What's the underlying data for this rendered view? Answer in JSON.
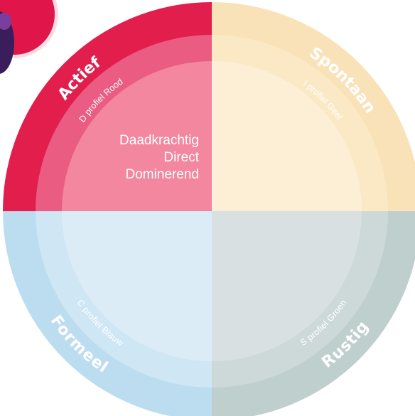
{
  "colors": {
    "rood": [
      "#e21e4d",
      "#ea5c81",
      "#f2879f"
    ],
    "geel": [
      "#f9e2b8",
      "#fbe9c6",
      "#fcefd6"
    ],
    "blauw": [
      "#bcdcf0",
      "#cfe6f5",
      "#dcecf7"
    ],
    "groen": [
      "#bfcfce",
      "#cdd9d8",
      "#d8e0e1"
    ],
    "badge": "#e0154a"
  },
  "quadrants": {
    "actief": {
      "label": "Actief",
      "sub": "D profiel Rood",
      "icon": "badge-circle-icon"
    },
    "spontaan": {
      "label": "Spontaan",
      "sub": "I profiel Geel"
    },
    "formeel": {
      "label": "Formeel",
      "sub": "C profiel Blauw"
    },
    "rustig": {
      "label": "Rustig",
      "sub": "S profiel Groen"
    }
  },
  "description": {
    "line1": "Daadkrachtig",
    "line2": "Direct",
    "line3": "Dominerend"
  }
}
